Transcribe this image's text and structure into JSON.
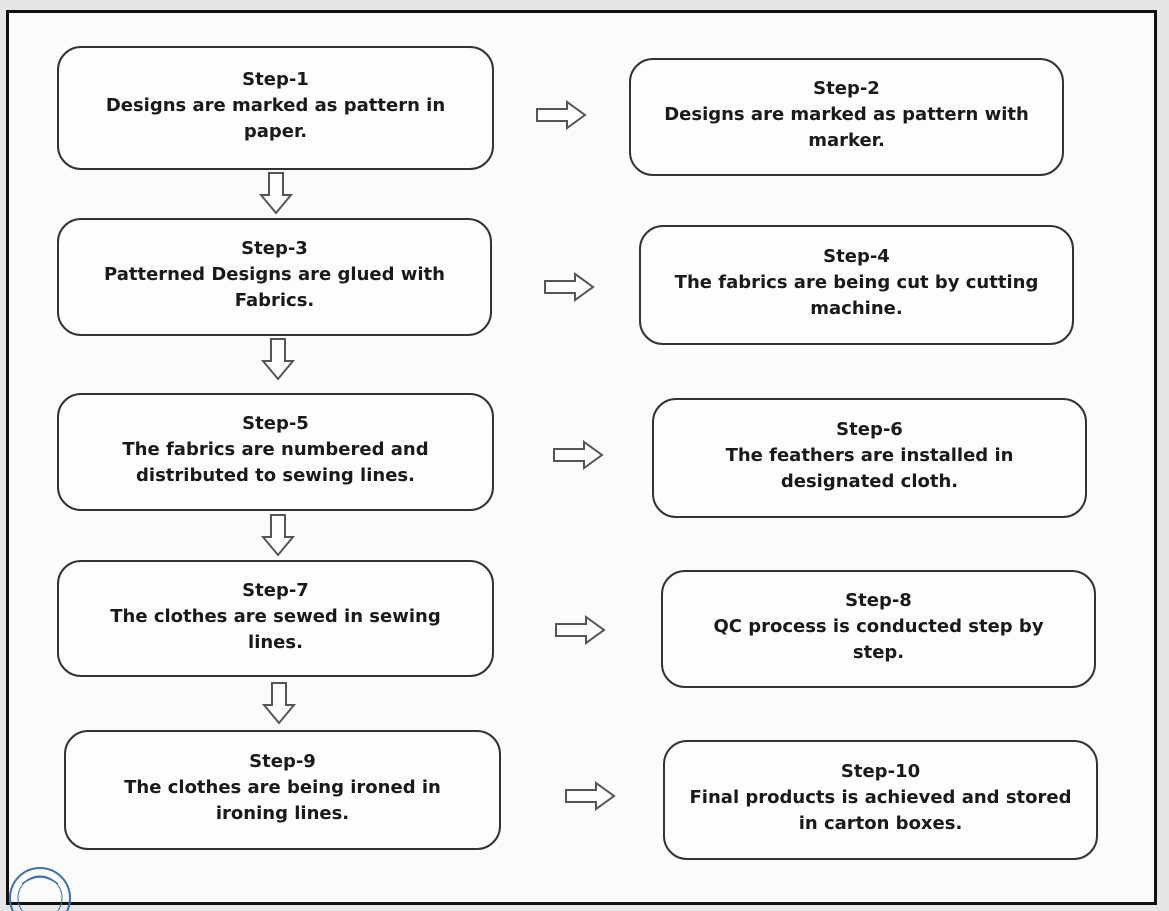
{
  "steps": [
    {
      "label": "Step-1",
      "text": "Designs are marked as pattern in paper."
    },
    {
      "label": "Step-2",
      "text": "Designs are marked as pattern with marker."
    },
    {
      "label": "Step-3",
      "text": "Patterned Designs are glued with Fabrics."
    },
    {
      "label": "Step-4",
      "text": "The fabrics are being cut by cutting machine."
    },
    {
      "label": "Step-5",
      "text": "The fabrics are numbered and distributed to sewing lines."
    },
    {
      "label": "Step-6",
      "text": "The feathers are installed in designated cloth."
    },
    {
      "label": "Step-7",
      "text": "The clothes are sewed in sewing lines."
    },
    {
      "label": "Step-8",
      "text": "QC process is conducted step by step."
    },
    {
      "label": "Step-9",
      "text": "The clothes are being ironed in ironing lines."
    },
    {
      "label": "Step-10",
      "text": "Final products is achieved and stored in carton boxes."
    }
  ],
  "colors": {
    "border": "#333333",
    "arrow_stroke": "#555555",
    "sheet_border": "#111111",
    "seal": "#3a6fb0"
  },
  "icons": {
    "right_arrow": "hollow-right-arrow-icon",
    "down_arrow": "hollow-down-arrow-icon",
    "seal": "stamp-seal-icon"
  }
}
